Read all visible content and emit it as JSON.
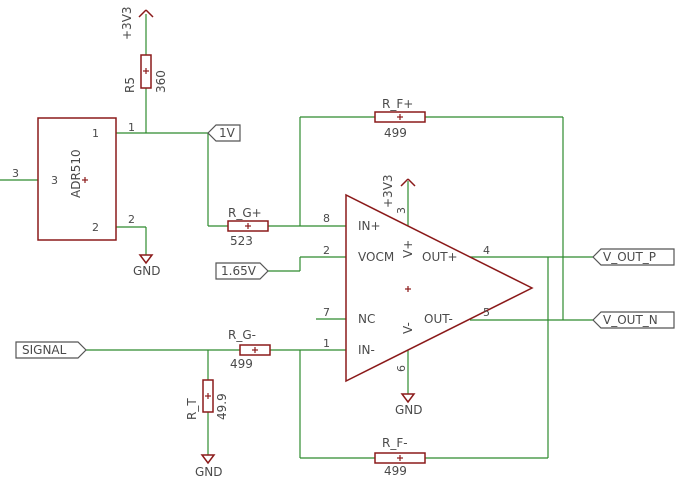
{
  "schematic": {
    "supply_top": {
      "name": "+3V3"
    },
    "r5": {
      "ref": "R5",
      "value": "360"
    },
    "adr": {
      "ref": "ADR510",
      "pin_left": "3",
      "pin3": "3",
      "pin1": "1",
      "pin2": "2"
    },
    "ext_pin": "3",
    "gnd_adr": "GND",
    "net_1v": "1V",
    "rg_plus": {
      "ref": "R_G+",
      "value": "523"
    },
    "rf_plus": {
      "ref": "R_F+",
      "value": "499"
    },
    "net_165": "1.65V",
    "signal": "SIGNAL",
    "rg_minus": {
      "ref": "R_G-",
      "value": "499"
    },
    "rt": {
      "ref": "R_T",
      "value": "49.9"
    },
    "gnd_rt": "GND",
    "rf_minus": {
      "ref": "R_F-",
      "value": "499"
    },
    "opamp": {
      "supply": "+3V3",
      "pin3": "3",
      "pin8": "8",
      "pin2": "2",
      "pin7": "7",
      "pin1": "1",
      "pin4": "4",
      "pin5": "5",
      "pin6": "6",
      "in_plus": "IN+",
      "vocm": "VOCM",
      "nc": "NC",
      "in_minus": "IN-",
      "vplus": "V+",
      "vminus": "V-",
      "out_plus": "OUT+",
      "out_minus": "OUT-",
      "gnd": "GND"
    },
    "out_p": "V_OUT_P",
    "out_n": "V_OUT_N"
  }
}
